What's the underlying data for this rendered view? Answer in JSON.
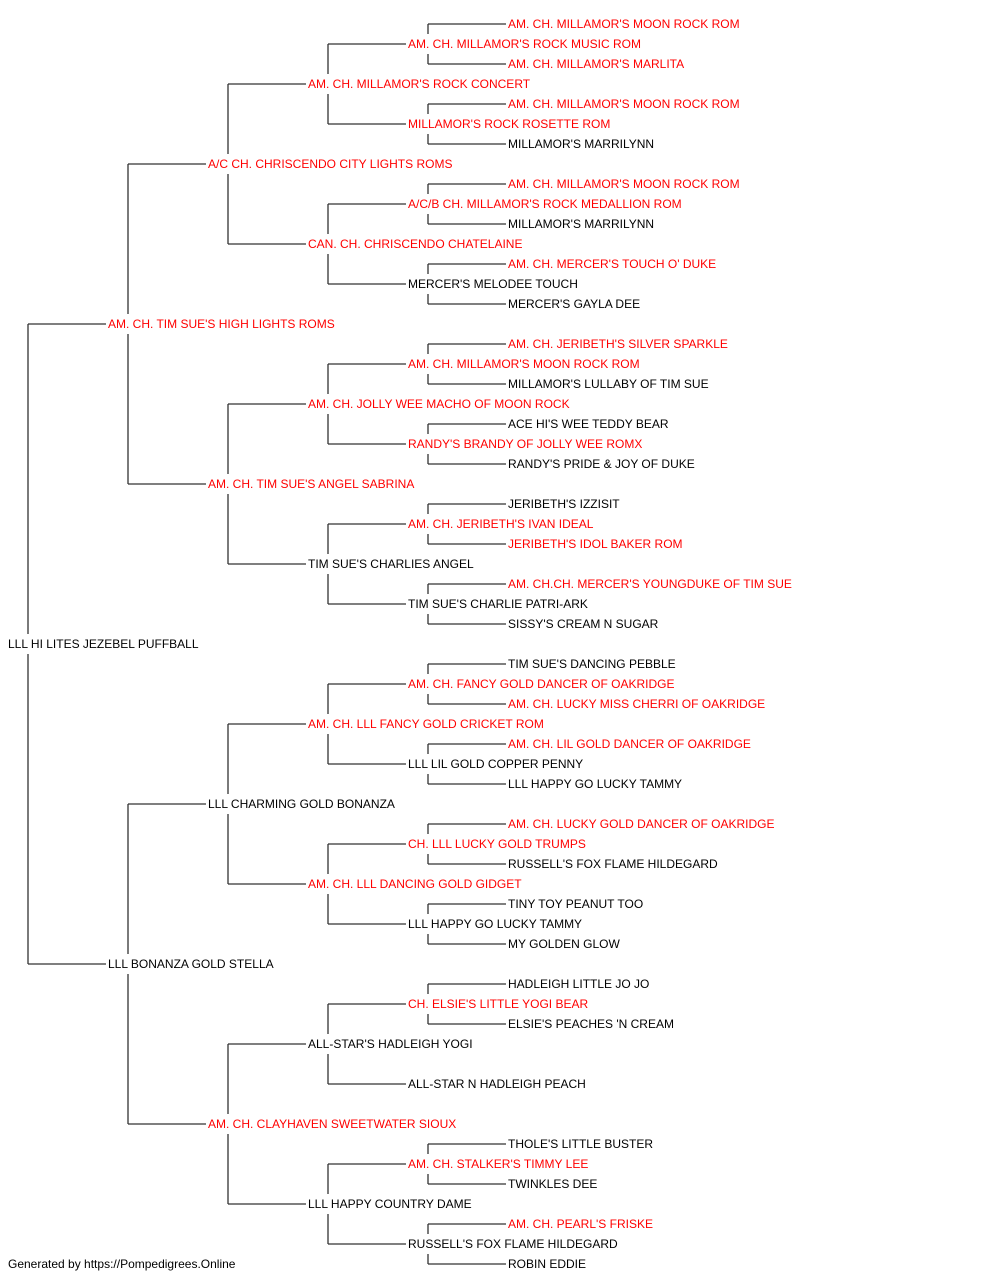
{
  "colors": {
    "champion": "#ff0000",
    "normal": "#000000",
    "line": "#333333"
  },
  "footer": "Generated by https://Pompedigrees.Online",
  "pedigree": {
    "name": "LLL HI LITES JEZEBEL PUFFBALL",
    "champion": false,
    "sire": {
      "name": "AM. CH. TIM SUE'S HIGH LIGHTS ROMS",
      "champion": true,
      "sire": {
        "name": "A/C CH. CHRISCENDO CITY LIGHTS ROMS",
        "champion": true,
        "sire": {
          "name": "AM. CH. MILLAMOR'S ROCK CONCERT",
          "champion": true,
          "sire": {
            "name": "AM. CH. MILLAMOR'S ROCK MUSIC ROM",
            "champion": true,
            "sire": {
              "name": "AM. CH. MILLAMOR'S MOON ROCK ROM",
              "champion": true
            },
            "dam": {
              "name": "AM. CH. MILLAMOR'S MARLITA",
              "champion": true
            }
          },
          "dam": {
            "name": "MILLAMOR'S ROCK ROSETTE ROM",
            "champion": true,
            "sire": {
              "name": "AM. CH. MILLAMOR'S MOON ROCK ROM",
              "champion": true
            },
            "dam": {
              "name": "MILLAMOR'S MARRILYNN",
              "champion": false
            }
          }
        },
        "dam": {
          "name": "CAN. CH. CHRISCENDO CHATELAINE",
          "champion": true,
          "sire": {
            "name": "A/C/B CH. MILLAMOR'S ROCK MEDALLION ROM",
            "champion": true,
            "sire": {
              "name": "AM. CH. MILLAMOR'S MOON ROCK ROM",
              "champion": true
            },
            "dam": {
              "name": "MILLAMOR'S MARRILYNN",
              "champion": false
            }
          },
          "dam": {
            "name": "MERCER'S MELODEE TOUCH",
            "champion": false,
            "sire": {
              "name": "AM. CH. MERCER'S TOUCH O' DUKE",
              "champion": true
            },
            "dam": {
              "name": "MERCER'S GAYLA DEE",
              "champion": false
            }
          }
        }
      },
      "dam": {
        "name": "AM. CH. TIM SUE'S ANGEL SABRINA",
        "champion": true,
        "sire": {
          "name": "AM. CH. JOLLY WEE MACHO OF MOON ROCK",
          "champion": true,
          "sire": {
            "name": "AM. CH. MILLAMOR'S MOON ROCK ROM",
            "champion": true,
            "sire": {
              "name": "AM. CH. JERIBETH'S SILVER SPARKLE",
              "champion": true
            },
            "dam": {
              "name": "MILLAMOR'S LULLABY OF TIM SUE",
              "champion": false
            }
          },
          "dam": {
            "name": "RANDY'S BRANDY OF JOLLY WEE ROMX",
            "champion": true,
            "sire": {
              "name": "ACE HI'S WEE TEDDY BEAR",
              "champion": false
            },
            "dam": {
              "name": "RANDY'S PRIDE & JOY OF DUKE",
              "champion": false
            }
          }
        },
        "dam": {
          "name": "TIM SUE'S CHARLIES ANGEL",
          "champion": false,
          "sire": {
            "name": "AM. CH. JERIBETH'S IVAN IDEAL",
            "champion": true,
            "sire": {
              "name": "JERIBETH'S IZZISIT",
              "champion": false
            },
            "dam": {
              "name": "JERIBETH'S IDOL BAKER ROM",
              "champion": true
            }
          },
          "dam": {
            "name": "TIM SUE'S CHARLIE PATRI-ARK",
            "champion": false,
            "sire": {
              "name": "AM. CH.CH. MERCER'S YOUNGDUKE OF TIM SUE",
              "champion": true
            },
            "dam": {
              "name": "SISSY'S CREAM N SUGAR",
              "champion": false
            }
          }
        }
      }
    },
    "dam": {
      "name": "LLL BONANZA GOLD STELLA",
      "champion": false,
      "sire": {
        "name": "LLL CHARMING GOLD BONANZA",
        "champion": false,
        "sire": {
          "name": "AM. CH. LLL FANCY GOLD CRICKET ROM",
          "champion": true,
          "sire": {
            "name": "AM. CH. FANCY GOLD DANCER OF OAKRIDGE",
            "champion": true,
            "sire": {
              "name": "TIM SUE'S DANCING PEBBLE",
              "champion": false
            },
            "dam": {
              "name": "AM. CH. LUCKY MISS CHERRI OF OAKRIDGE",
              "champion": true
            }
          },
          "dam": {
            "name": "LLL LIL GOLD COPPER PENNY",
            "champion": false,
            "sire": {
              "name": "AM. CH. LIL GOLD DANCER OF OAKRIDGE",
              "champion": true
            },
            "dam": {
              "name": "LLL HAPPY GO LUCKY TAMMY",
              "champion": false
            }
          }
        },
        "dam": {
          "name": "AM. CH. LLL DANCING GOLD GIDGET",
          "champion": true,
          "sire": {
            "name": "CH. LLL LUCKY GOLD TRUMPS",
            "champion": true,
            "sire": {
              "name": "AM. CH. LUCKY GOLD DANCER OF OAKRIDGE",
              "champion": true
            },
            "dam": {
              "name": "RUSSELL'S FOX FLAME HILDEGARD",
              "champion": false
            }
          },
          "dam": {
            "name": "LLL HAPPY GO LUCKY TAMMY",
            "champion": false,
            "sire": {
              "name": "TINY TOY PEANUT TOO",
              "champion": false
            },
            "dam": {
              "name": "MY GOLDEN GLOW",
              "champion": false
            }
          }
        }
      },
      "dam": {
        "name": "AM. CH. CLAYHAVEN SWEETWATER SIOUX",
        "champion": true,
        "sire": {
          "name": "ALL-STAR'S HADLEIGH YOGI",
          "champion": false,
          "sire": {
            "name": "CH. ELSIE'S LITTLE YOGI BEAR",
            "champion": true,
            "sire": {
              "name": "HADLEIGH LITTLE JO JO",
              "champion": false
            },
            "dam": {
              "name": "ELSIE'S PEACHES 'N CREAM",
              "champion": false
            }
          },
          "dam": {
            "name": "ALL-STAR N HADLEIGH PEACH",
            "champion": false
          }
        },
        "dam": {
          "name": "LLL HAPPY COUNTRY DAME",
          "champion": false,
          "sire": {
            "name": "AM. CH. STALKER'S TIMMY LEE",
            "champion": true,
            "sire": {
              "name": "THOLE'S LITTLE BUSTER",
              "champion": false
            },
            "dam": {
              "name": "TWINKLES DEE",
              "champion": false
            }
          },
          "dam": {
            "name": "RUSSELL'S FOX FLAME HILDEGARD",
            "champion": false,
            "sire": {
              "name": "AM. CH. PEARL'S FRISKE",
              "champion": true
            },
            "dam": {
              "name": "ROBIN EDDIE",
              "champion": false
            }
          }
        }
      }
    }
  }
}
